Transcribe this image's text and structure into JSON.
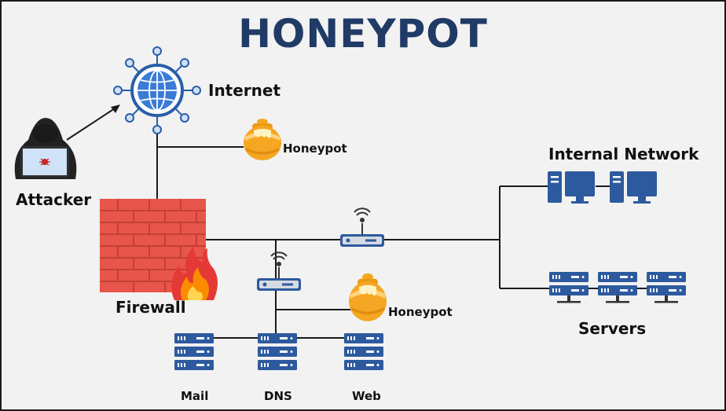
{
  "title": "HONEYPOT",
  "labels": {
    "internet": "Internet",
    "attacker": "Attacker",
    "firewall": "Firewall",
    "honeypot_top": "Honeypot",
    "honeypot_mid": "Honeypot",
    "internal_network": "Internal Network",
    "servers": "Servers",
    "mail": "Mail",
    "dns": "DNS",
    "web": "Web"
  },
  "colors": {
    "title": "#1f3b66",
    "lines": "#1a1a1a",
    "globe": "#3a7bd5",
    "node": "#2a5ea8",
    "brick": "#d9473a",
    "honey": "#f5a623",
    "server": "#2d5a9e",
    "monitor": "#2d5a9e"
  },
  "icons": [
    "globe-network-icon",
    "hacker-icon",
    "brick-firewall-icon",
    "fire-icon",
    "honey-pot-icon",
    "wifi-router-icon",
    "desktop-computer-icon",
    "server-rack-icon"
  ]
}
